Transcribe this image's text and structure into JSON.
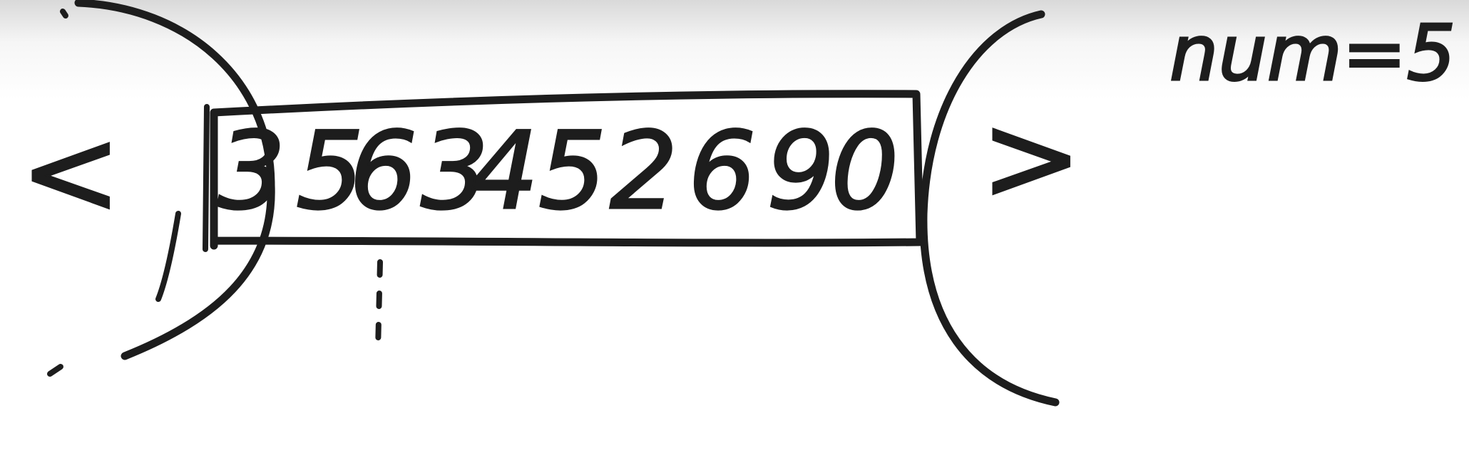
{
  "digits": [
    "3",
    "5",
    "6",
    "3",
    "4",
    "5",
    "2",
    "6",
    "9",
    "0"
  ],
  "left_symbol": "<",
  "right_symbol": ">",
  "formula": "num=5",
  "colors": {
    "ink": "#1d1d1d",
    "paper": "#ffffff",
    "shadow": "#d9d9d9"
  }
}
